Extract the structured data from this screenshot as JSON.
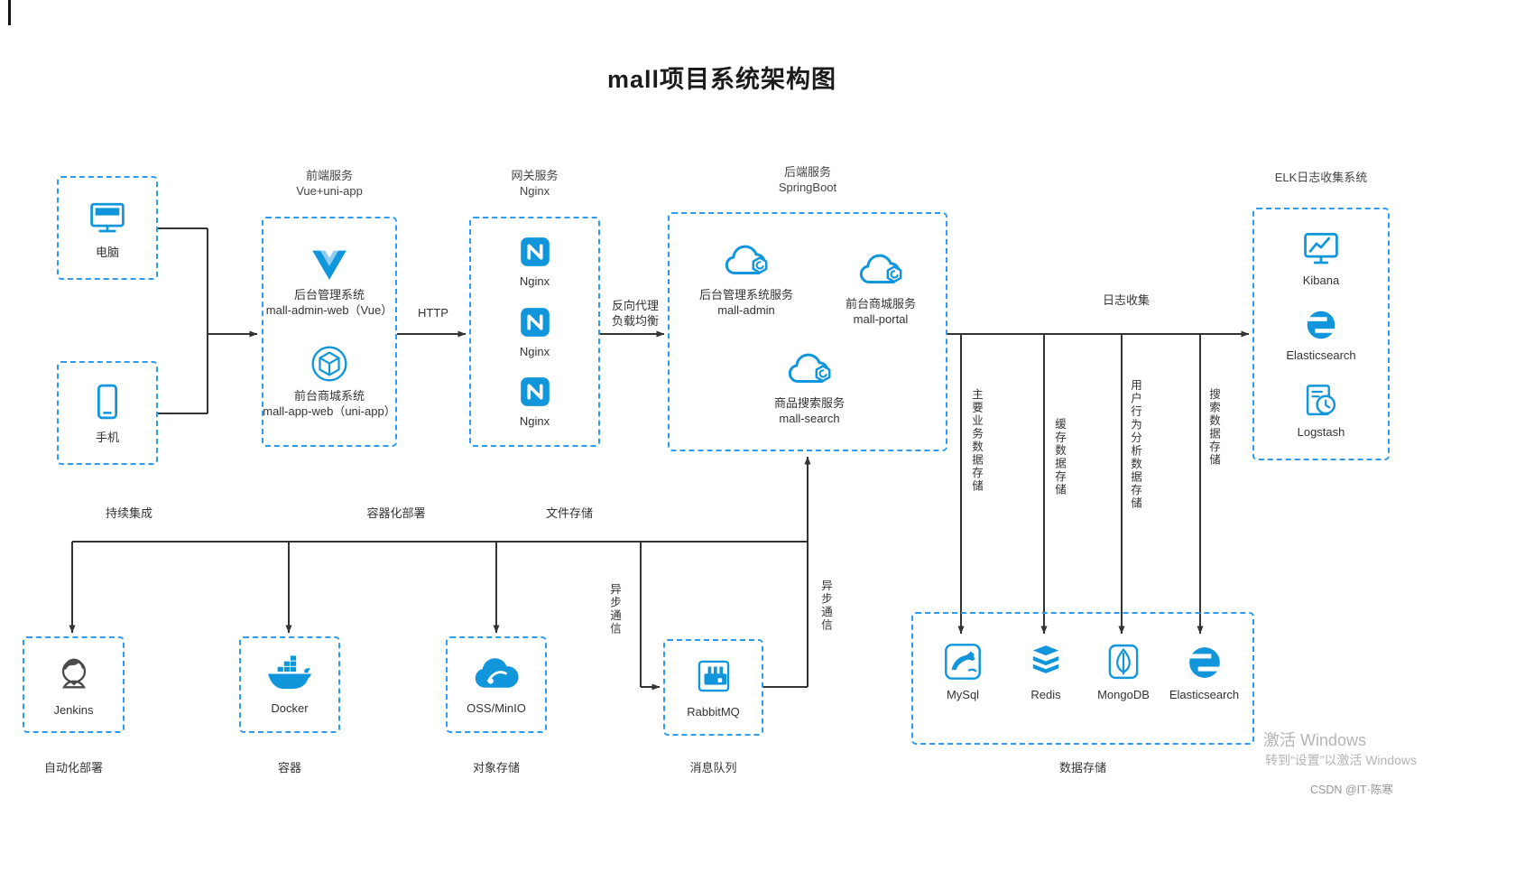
{
  "title": "mall项目系统架构图",
  "clients": {
    "computer": {
      "icon": "monitor-icon",
      "label": "电脑"
    },
    "phone": {
      "icon": "smartphone-icon",
      "label": "手机"
    }
  },
  "frontend": {
    "group_label": "前端服务",
    "group_sublabel": "Vue+uni-app",
    "items": [
      {
        "icon": "vue-icon",
        "name": "后台管理系统",
        "sub": "mall-admin-web（Vue）"
      },
      {
        "icon": "uniapp-icon",
        "name": "前台商城系统",
        "sub": "mall-app-web（uni-app）"
      }
    ]
  },
  "gateway": {
    "group_label": "网关服务",
    "group_sublabel": "Nginx",
    "items": [
      {
        "icon": "nginx-icon",
        "name": "Nginx"
      },
      {
        "icon": "nginx-icon",
        "name": "Nginx"
      },
      {
        "icon": "nginx-icon",
        "name": "Nginx"
      }
    ]
  },
  "backend": {
    "group_label": "后端服务",
    "group_sublabel": "SpringBoot",
    "items": [
      {
        "icon": "spring-cloud-icon",
        "name": "后台管理系统服务",
        "sub": "mall-admin"
      },
      {
        "icon": "spring-cloud-icon",
        "name": "前台商城服务",
        "sub": "mall-portal"
      },
      {
        "icon": "spring-cloud-icon",
        "name": "商品搜索服务",
        "sub": "mall-search"
      }
    ]
  },
  "elk": {
    "group_label": "ELK日志收集系统",
    "items": [
      {
        "icon": "kibana-icon",
        "name": "Kibana"
      },
      {
        "icon": "elasticsearch-icon",
        "name": "Elasticsearch"
      },
      {
        "icon": "logstash-icon",
        "name": "Logstash"
      }
    ]
  },
  "devops": {
    "jenkins": {
      "icon": "jenkins-icon",
      "name": "Jenkins",
      "caption": "自动化部署"
    },
    "docker": {
      "icon": "docker-icon",
      "name": "Docker",
      "caption": "容器"
    },
    "oss": {
      "icon": "cloud-storage-icon",
      "name": "OSS/MinIO",
      "caption": "对象存储"
    },
    "rabbitmq": {
      "icon": "rabbitmq-icon",
      "name": "RabbitMQ",
      "caption": "消息队列"
    }
  },
  "datastore": {
    "caption": "数据存储",
    "items": [
      {
        "icon": "mysql-icon",
        "name": "MySql"
      },
      {
        "icon": "redis-icon",
        "name": "Redis"
      },
      {
        "icon": "mongodb-icon",
        "name": "MongoDB"
      },
      {
        "icon": "elasticsearch-icon",
        "name": "Elasticsearch"
      }
    ]
  },
  "edge_labels": {
    "http": "HTTP",
    "reverse_proxy_line1": "反向代理",
    "reverse_proxy_line2": "负载均衡",
    "log_collection": "日志收集",
    "continuous_integration": "持续集成",
    "containerized_deployment": "容器化部署",
    "file_storage": "文件存储",
    "async_left": "异步通信",
    "async_right": "异步通信",
    "main_business_data": "主要业务数据存储",
    "cache_data": "缓存数据存储",
    "user_behavior_data": "用户行为分析数据存储",
    "search_data": "搜索数据存储"
  },
  "watermark": {
    "line1": "激活 Windows",
    "line2": "转到“设置”以激活 Windows",
    "credit": "CSDN @IT·陈寒"
  },
  "colors": {
    "box_border": "#2f9bf0",
    "icon_blue": "#1296db",
    "line_color": "#333333",
    "text_color": "#333333"
  }
}
